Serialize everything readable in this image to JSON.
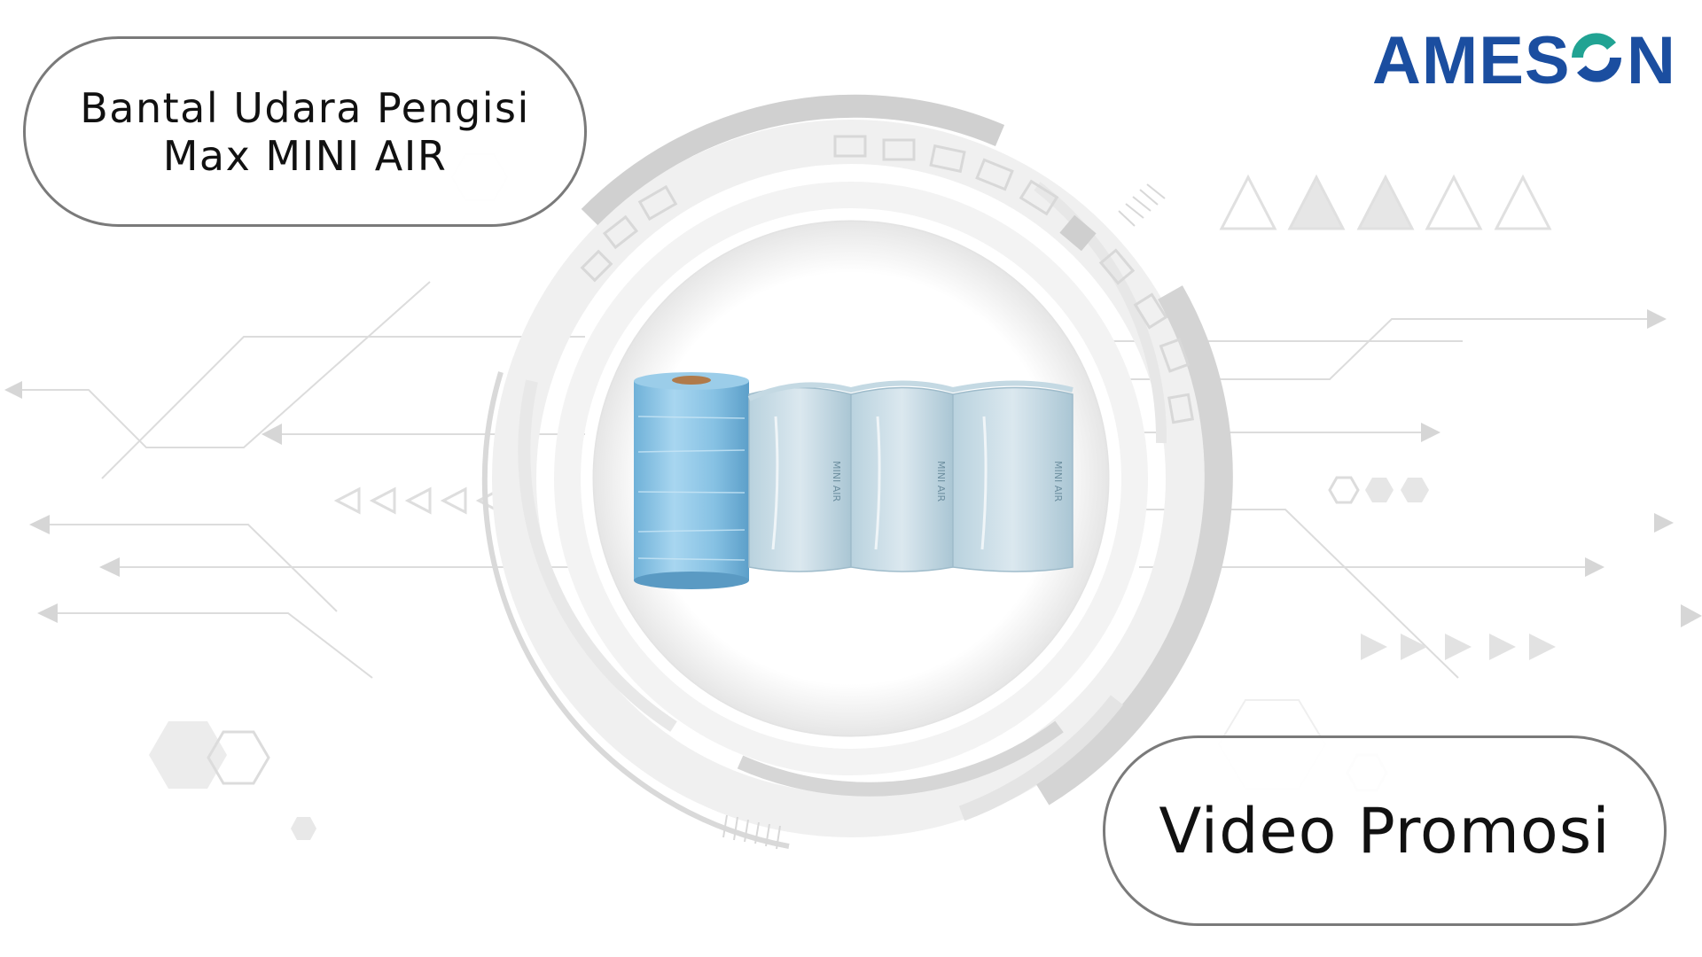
{
  "title": {
    "line1": "Bantal Udara Pengisi",
    "line2": "Max MINI AIR"
  },
  "badge": {
    "label": "Video Promosi"
  },
  "logo": {
    "text_left": "AMES",
    "text_right": "N",
    "icon": "swirl-o-icon",
    "color_primary": "#1b4ea0",
    "color_accent": "#21a393"
  },
  "product": {
    "bag_text": "MINI AIR",
    "color": "#8ec6e6"
  }
}
